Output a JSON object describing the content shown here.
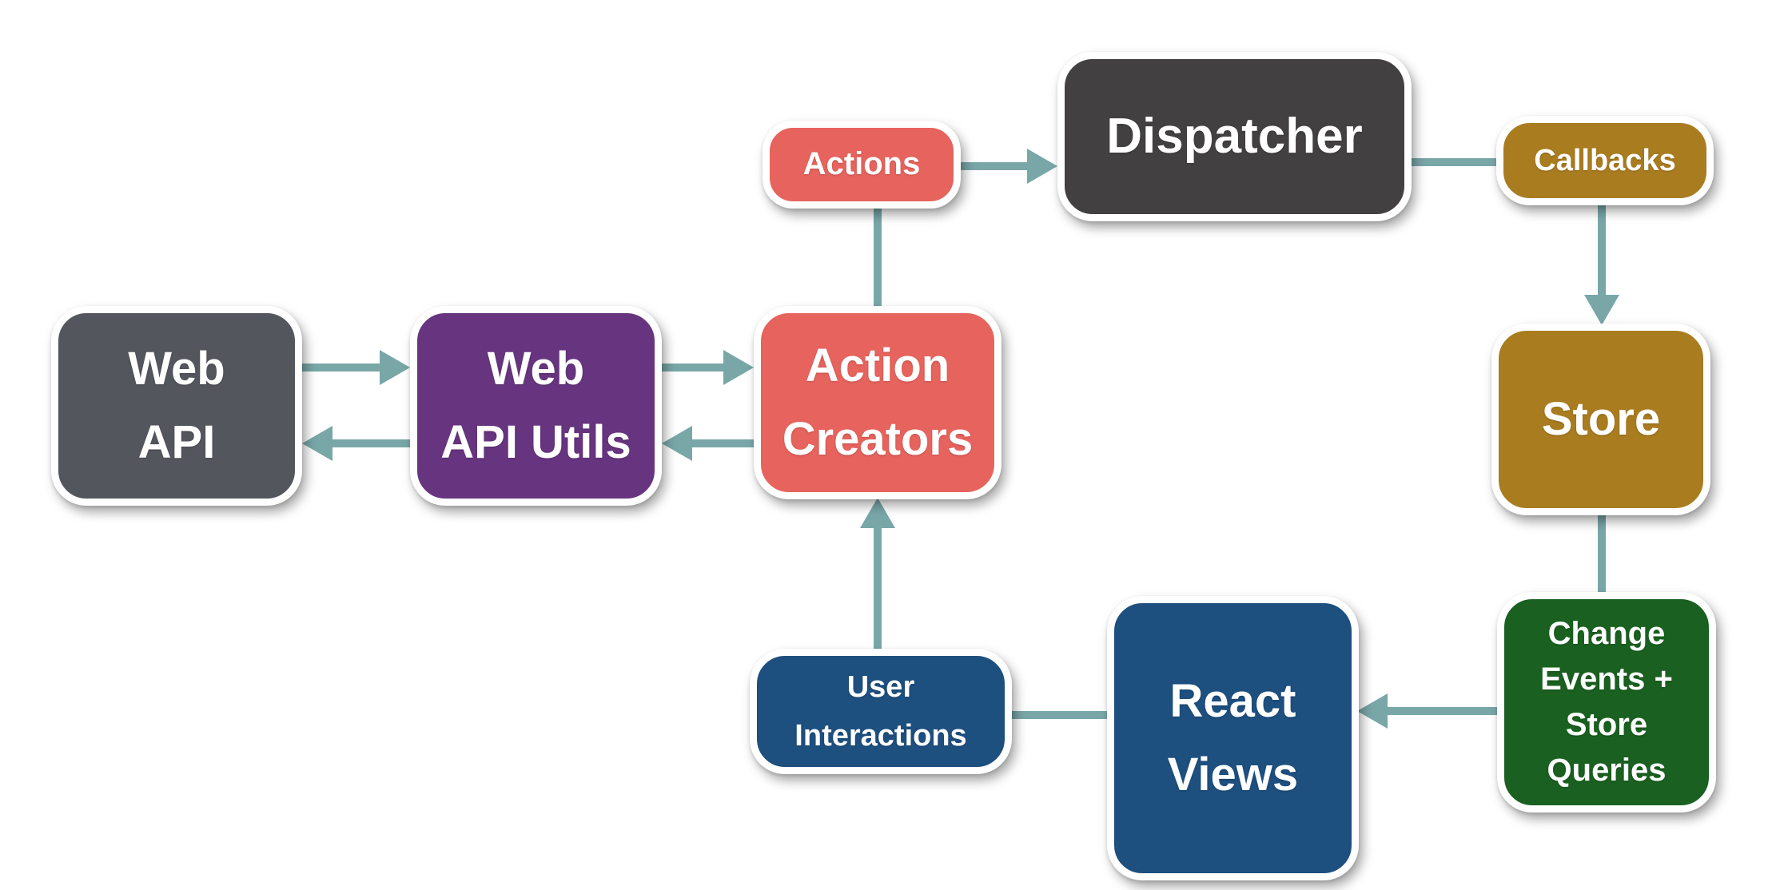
{
  "canvas": {
    "background": "#ffffff",
    "kind": "flux-architecture-flow-diagram"
  },
  "colors": {
    "connector": "#79a7a8",
    "web_api": "#54565d",
    "web_api_utils": "#67357f",
    "action_creators": "#e7635d",
    "actions": "#e7635d",
    "dispatcher": "#434041",
    "callbacks": "#a97c20",
    "store": "#a97c20",
    "change_events": "#1a6020",
    "react_views": "#1d4f7f",
    "user_interactions": "#1d4f7f",
    "node_border": "#ffffff",
    "label_text": "#ffffff"
  },
  "nodes": {
    "web_api": {
      "label": "Web\nAPI"
    },
    "web_api_utils": {
      "label": "Web\nAPI Utils"
    },
    "action_creators": {
      "label": "Action\nCreators"
    },
    "actions": {
      "label": "Actions"
    },
    "dispatcher": {
      "label": "Dispatcher"
    },
    "callbacks": {
      "label": "Callbacks"
    },
    "store": {
      "label": "Store"
    },
    "change_events": {
      "label": "Change\nEvents +\nStore\nQueries"
    },
    "react_views": {
      "label": "React\nViews"
    },
    "user_interactions": {
      "label": "User\nInteractions"
    }
  },
  "connections": [
    {
      "from": "Web API",
      "to": "Web API Utils",
      "arrowhead": "right"
    },
    {
      "from": "Web API Utils",
      "to": "Web API",
      "arrowhead": "left"
    },
    {
      "from": "Web API Utils",
      "to": "Action Creators",
      "arrowhead": "right"
    },
    {
      "from": "Action Creators",
      "to": "Web API Utils",
      "arrowhead": "left"
    },
    {
      "from": "Action Creators",
      "to": "Actions",
      "arrowhead": "none"
    },
    {
      "from": "Actions",
      "to": "Dispatcher",
      "arrowhead": "right"
    },
    {
      "from": "Dispatcher",
      "to": "Callbacks",
      "arrowhead": "none"
    },
    {
      "from": "Callbacks",
      "to": "Store",
      "arrowhead": "down"
    },
    {
      "from": "Store",
      "to": "Change Events + Store Queries",
      "arrowhead": "none"
    },
    {
      "from": "Change Events + Store Queries",
      "to": "React Views",
      "arrowhead": "left"
    },
    {
      "from": "React Views",
      "to": "User Interactions",
      "arrowhead": "none"
    },
    {
      "from": "User Interactions",
      "to": "Action Creators",
      "arrowhead": "up"
    }
  ]
}
